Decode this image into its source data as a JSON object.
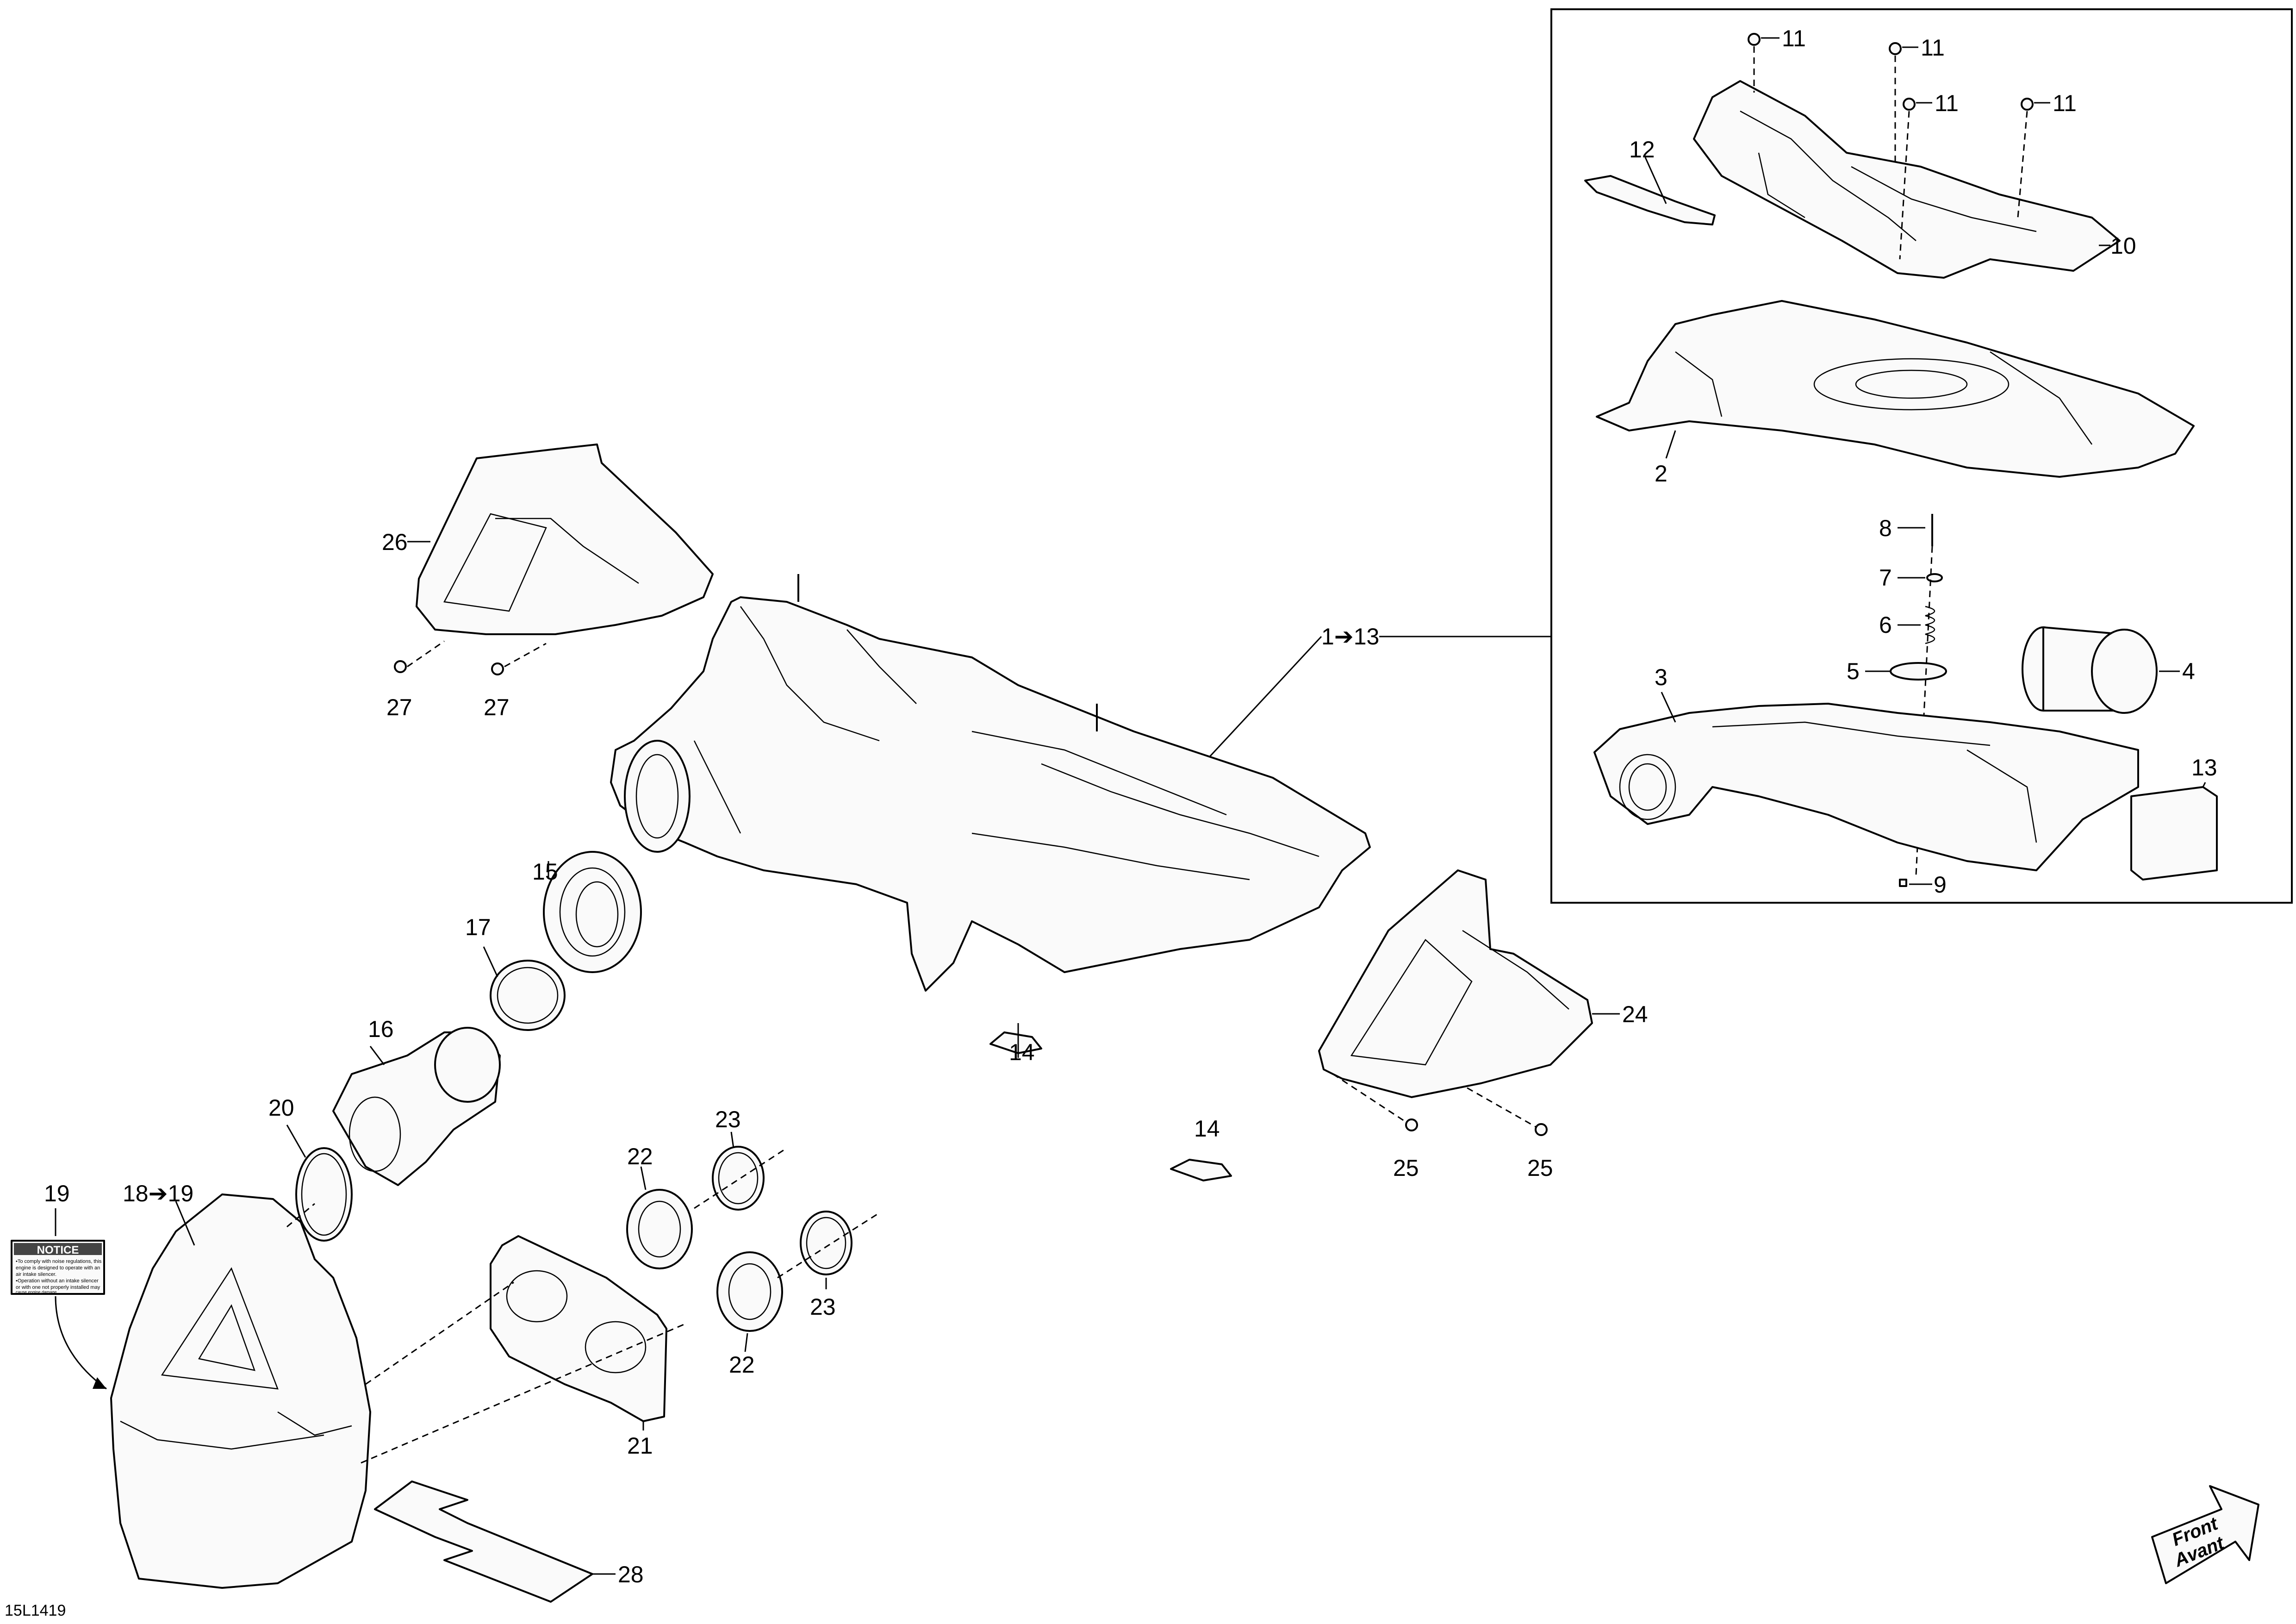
{
  "drawing": {
    "id_label": "15L1419",
    "assembly_label": "1➔13",
    "subassembly_label": "18➔19",
    "front_badge": {
      "line1": "Front",
      "line2": "Avant"
    },
    "notice_sticker": {
      "heading": "NOTICE",
      "lines": [
        "•To comply with noise regulations, this",
        "engine is designed to operate with an",
        "air intake silencer.",
        "•Operation without an intake silencer",
        "or with one not properly installed may",
        "cause engine damage."
      ]
    }
  },
  "callouts": {
    "c1_13": "1➔13",
    "c2": "2",
    "c3": "3",
    "c4": "4",
    "c5": "5",
    "c6": "6",
    "c7": "7",
    "c8": "8",
    "c9": "9",
    "c10": "10",
    "c11a": "11",
    "c11b": "11",
    "c11c": "11",
    "c11d": "11",
    "c12": "12",
    "c13": "13",
    "c14a": "14",
    "c14b": "14",
    "c15": "15",
    "c16": "16",
    "c17": "17",
    "c18_19": "18➔19",
    "c19": "19",
    "c20": "20",
    "c21": "21",
    "c22a": "22",
    "c22b": "22",
    "c23a": "23",
    "c23b": "23",
    "c24": "24",
    "c25a": "25",
    "c25b": "25",
    "c26": "26",
    "c27a": "27",
    "c27b": "27",
    "c28": "28"
  }
}
